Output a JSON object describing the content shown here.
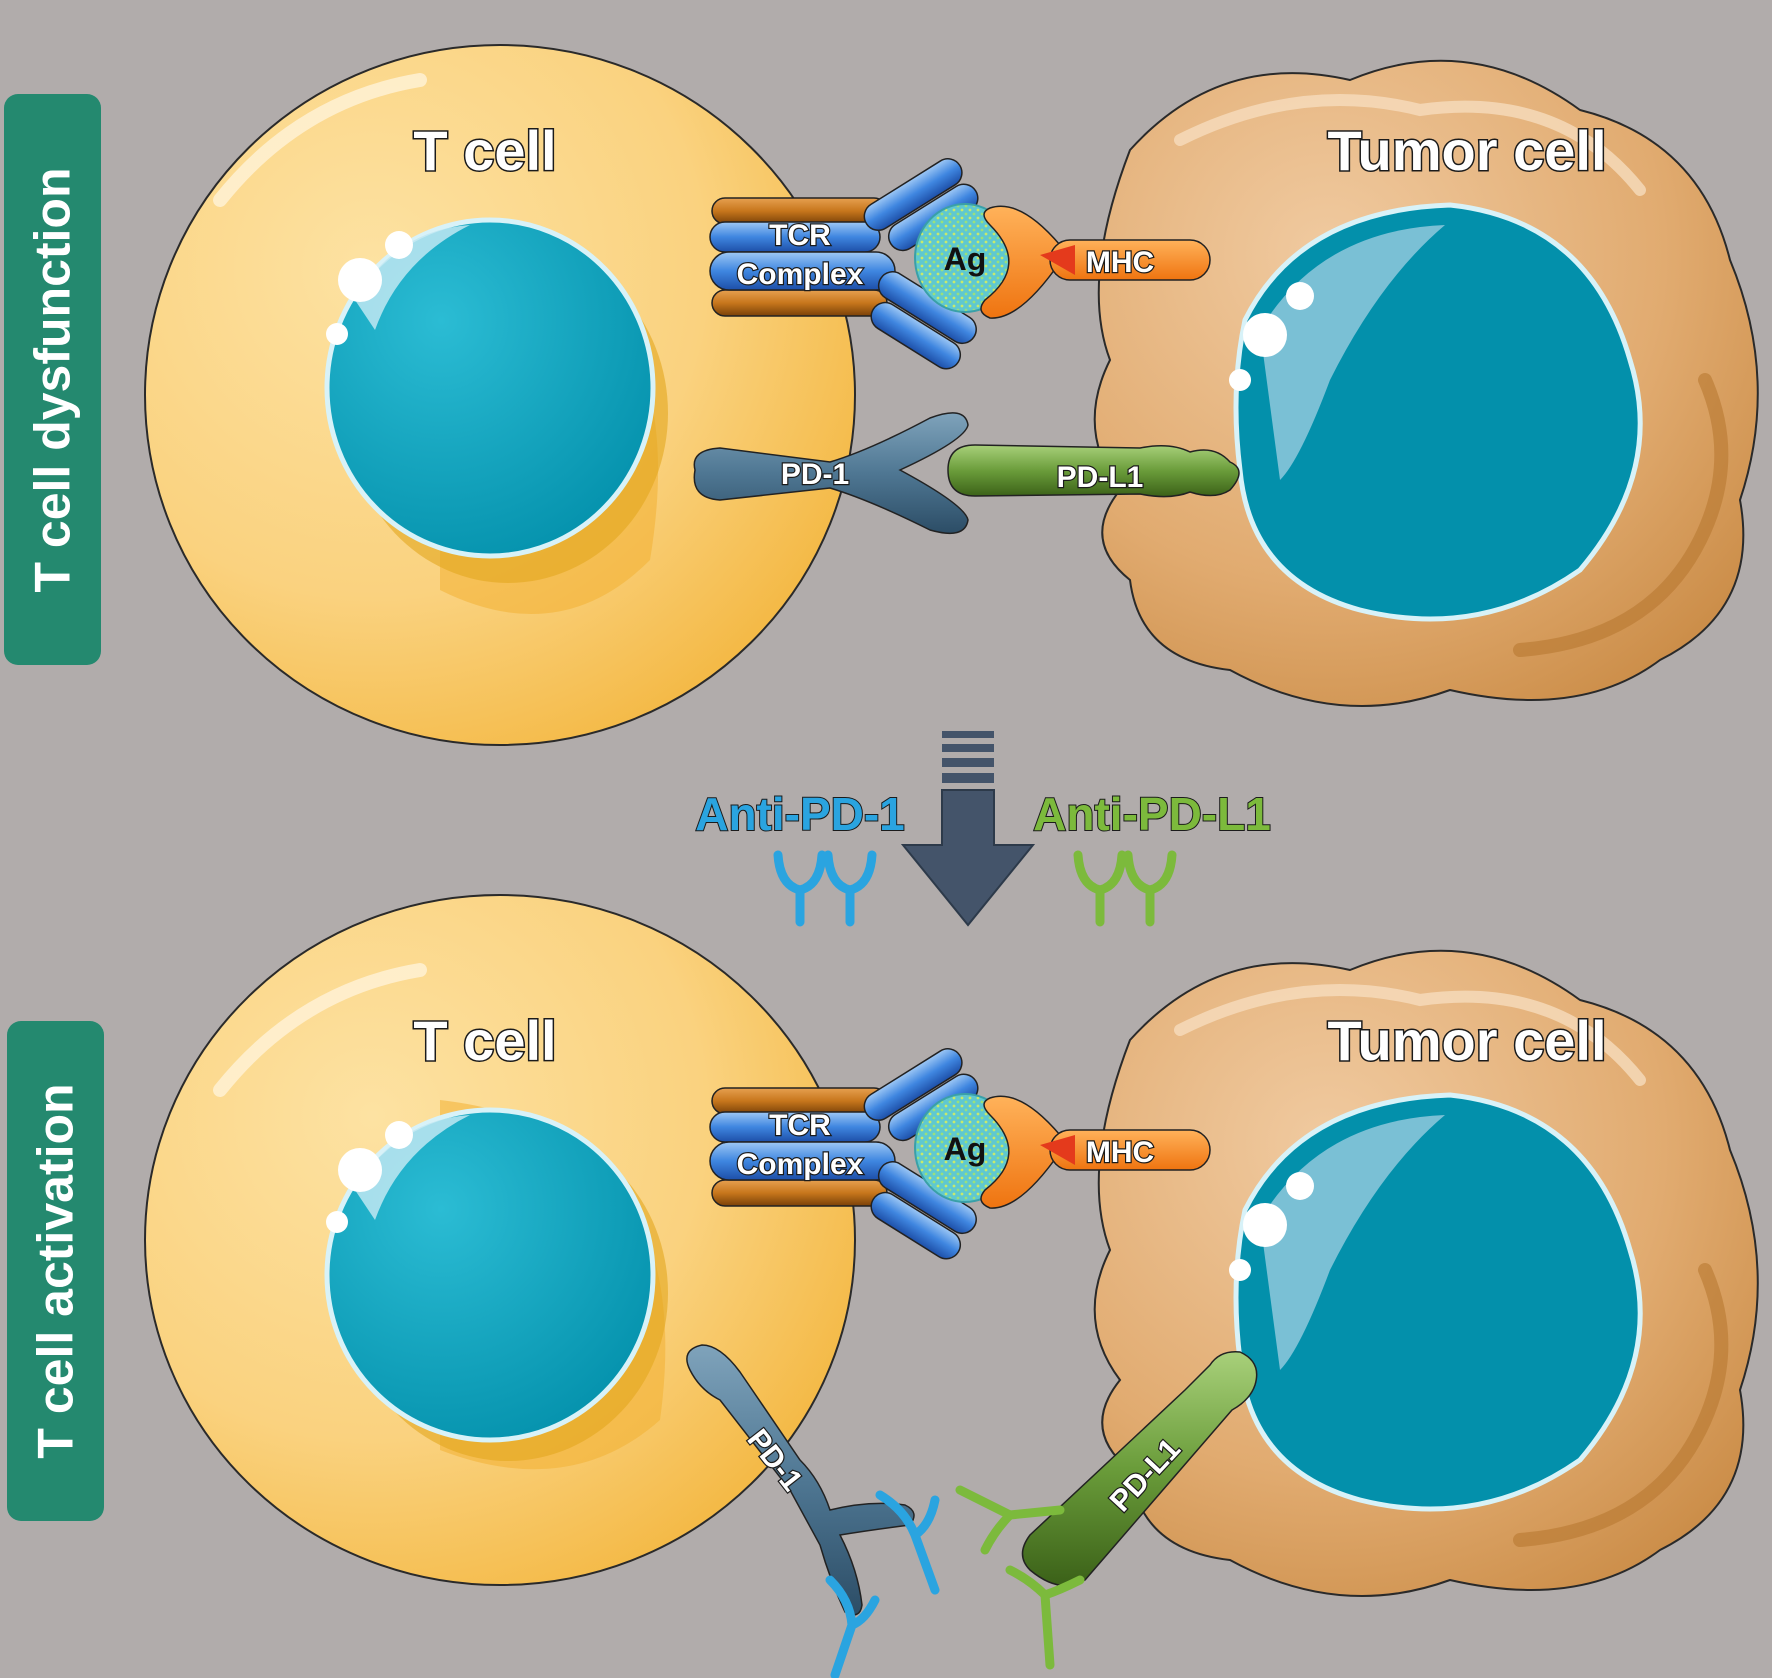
{
  "panels": {
    "top": {
      "side_label": "T cell dysfunction",
      "t_cell_title": "T cell",
      "tumor_cell_title": "Tumor cell",
      "tcr_line1": "TCR",
      "tcr_line2": "Complex",
      "ag_label": "Ag",
      "mhc_label": "MHC",
      "pd1_label": "PD-1",
      "pdl1_label": "PD-L1"
    },
    "bottom": {
      "side_label": "T cell activation",
      "t_cell_title": "T cell",
      "tumor_cell_title": "Tumor cell",
      "tcr_line1": "TCR",
      "tcr_line2": "Complex",
      "ag_label": "Ag",
      "mhc_label": "MHC",
      "pd1_label": "PD-1",
      "pdl1_label": "PD-L1"
    }
  },
  "treatment": {
    "anti_pd1_label": "Anti-PD-1",
    "anti_pdl1_label": "Anti-PD-L1"
  },
  "colors": {
    "background": "#b1acab",
    "side_label_bg": "#24896f",
    "t_cell": "#f8c65a",
    "tumor_cell": "#d9a26a",
    "nucleus": "#04a8c3",
    "anti_pd1": "#2aa4e0",
    "anti_pdl1": "#7cba3c",
    "arrow": "#44546a"
  }
}
